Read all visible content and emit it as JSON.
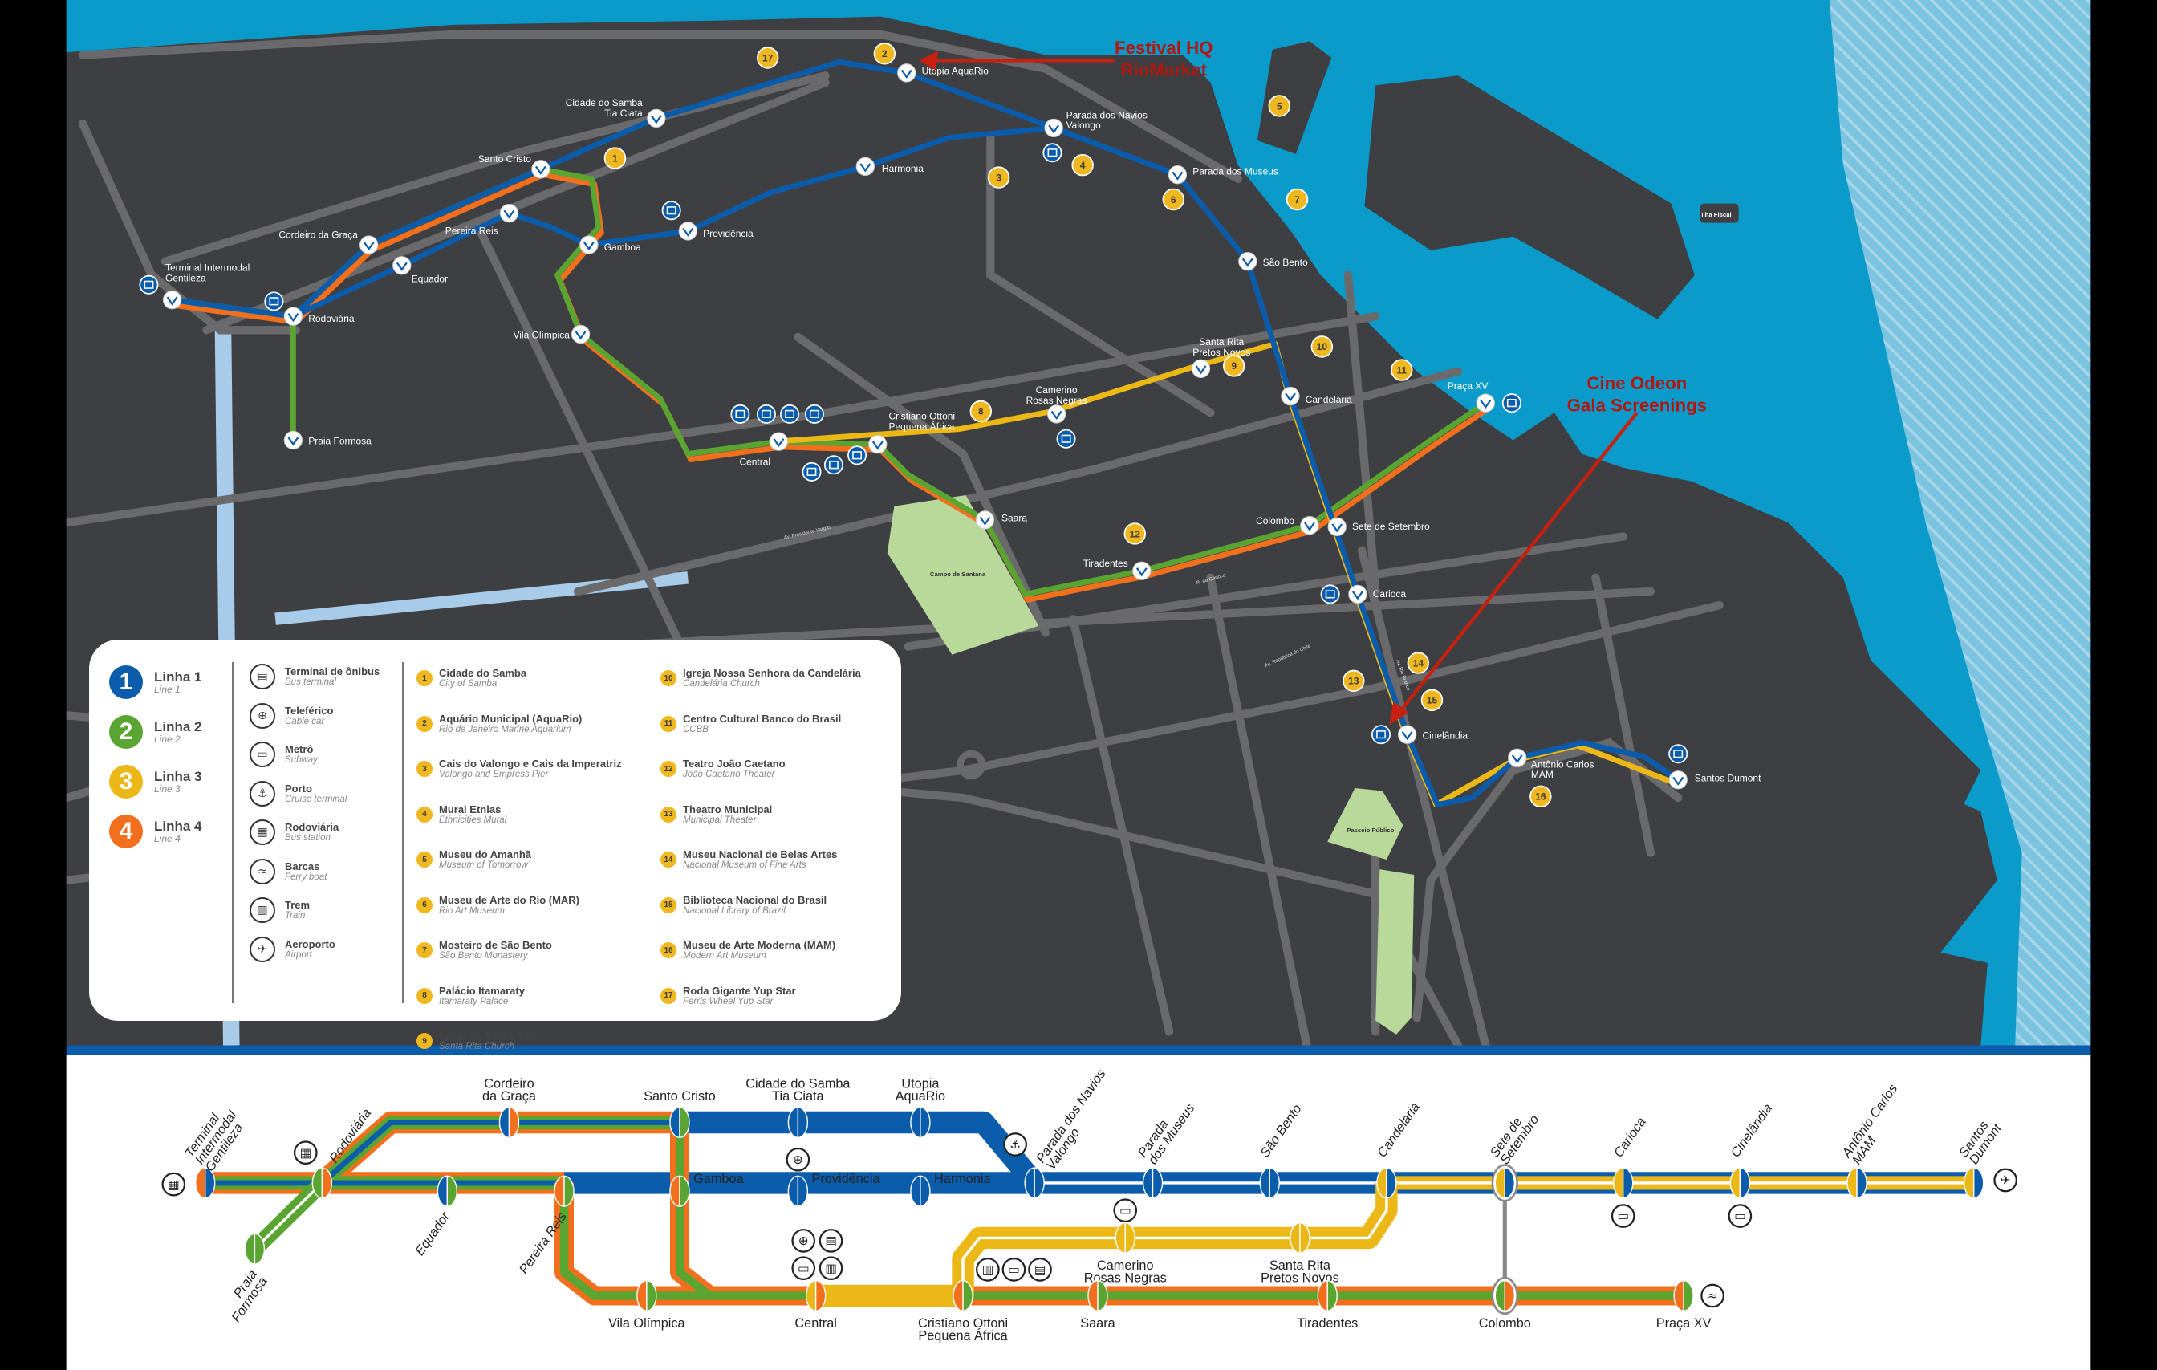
{
  "annotations": {
    "festival_hq": [
      "Festival HQ",
      "RioMarket"
    ],
    "cine_odeon": [
      "Cine Odeon",
      "Gala Screenings"
    ]
  },
  "colors": {
    "line1": "#0b5cab",
    "line2": "#5aa532",
    "line3": "#ebb818",
    "line4": "#f26f1d",
    "water": "#0a9bcb",
    "land": "#3e3f42",
    "annotation": "#b0170f"
  },
  "map": {
    "parks": [
      "Campo de Santana",
      "Passeio Público"
    ],
    "island": "Ilha Fiscal",
    "streets": [
      "R. da Carioca",
      "Av. República do Chile",
      "Av. Rio Branco",
      "Av. Presidente Vargas"
    ],
    "stations": [
      {
        "lines": [
          "Terminal Intermodal",
          "Gentileza"
        ]
      },
      {
        "lines": [
          "Rodoviária"
        ]
      },
      {
        "lines": [
          "Praia Formosa"
        ]
      },
      {
        "lines": [
          "Cordeiro da Graça"
        ]
      },
      {
        "lines": [
          "Equador"
        ]
      },
      {
        "lines": [
          "Santo Cristo"
        ]
      },
      {
        "lines": [
          "Pereira Reis"
        ]
      },
      {
        "lines": [
          "Cidade do Samba",
          "Tia Ciata"
        ]
      },
      {
        "lines": [
          "Utopia AquaRio"
        ]
      },
      {
        "lines": [
          "Harmonia"
        ]
      },
      {
        "lines": [
          "Gamboa"
        ]
      },
      {
        "lines": [
          "Providência"
        ]
      },
      {
        "lines": [
          "Vila Olímpica"
        ]
      },
      {
        "lines": [
          "Parada dos Navios",
          "Valongo"
        ]
      },
      {
        "lines": [
          "Parada dos Museus"
        ]
      },
      {
        "lines": [
          "São Bento"
        ]
      },
      {
        "lines": [
          "Candelária"
        ]
      },
      {
        "lines": [
          "Santa Rita",
          "Pretos Novos"
        ]
      },
      {
        "lines": [
          "Camerino",
          "Rosas Negras"
        ]
      },
      {
        "lines": [
          "Cristiano Ottoni",
          "Pequena África"
        ]
      },
      {
        "lines": [
          "Central"
        ]
      },
      {
        "lines": [
          "Saara"
        ]
      },
      {
        "lines": [
          "Tiradentes"
        ]
      },
      {
        "lines": [
          "Colombo"
        ]
      },
      {
        "lines": [
          "Sete de Setembro"
        ]
      },
      {
        "lines": [
          "Praça XV"
        ]
      },
      {
        "lines": [
          "Carioca"
        ]
      },
      {
        "lines": [
          "Cinelândia"
        ]
      },
      {
        "lines": [
          "Antônio Carlos",
          "MAM"
        ]
      },
      {
        "lines": [
          "Santos Dumont"
        ]
      }
    ],
    "poi_numbers": [
      "1",
      "2",
      "3",
      "4",
      "5",
      "6",
      "7",
      "8",
      "9",
      "10",
      "11",
      "12",
      "13",
      "14",
      "15",
      "16",
      "17"
    ]
  },
  "legend": {
    "lines": [
      {
        "num": "1",
        "name": "Linha 1",
        "sub": "Line 1",
        "color": "#0b5cab"
      },
      {
        "num": "2",
        "name": "Linha 2",
        "sub": "Line 2",
        "color": "#5aa532"
      },
      {
        "num": "3",
        "name": "Linha 3",
        "sub": "Line 3",
        "color": "#ebb818"
      },
      {
        "num": "4",
        "name": "Linha 4",
        "sub": "Line 4",
        "color": "#f26f1d"
      }
    ],
    "services": [
      {
        "icon": "bus-terminal-icon",
        "glyph": "▤",
        "name": "Terminal de ônibus",
        "sub": "Bus terminal"
      },
      {
        "icon": "cable-car-icon",
        "glyph": "⊕",
        "name": "Teleférico",
        "sub": "Cable car"
      },
      {
        "icon": "subway-icon",
        "glyph": "▭",
        "name": "Metrô",
        "sub": "Subway"
      },
      {
        "icon": "cruise-terminal-icon",
        "glyph": "⚓",
        "name": "Porto",
        "sub": "Cruise terminal"
      },
      {
        "icon": "bus-station-icon",
        "glyph": "▦",
        "name": "Rodoviária",
        "sub": "Bus station"
      },
      {
        "icon": "ferry-boat-icon",
        "glyph": "≈",
        "name": "Barcas",
        "sub": "Ferry boat"
      },
      {
        "icon": "train-icon",
        "glyph": "▥",
        "name": "Trem",
        "sub": "Train"
      },
      {
        "icon": "airport-icon",
        "glyph": "✈",
        "name": "Aeroporto",
        "sub": "Airport"
      }
    ],
    "attractions": [
      {
        "num": "1",
        "name": "Cidade do Samba",
        "sub": "City of Samba"
      },
      {
        "num": "2",
        "name": "Aquário Municipal (AquaRio)",
        "sub": "Rio de Janeiro Marine Aquarium"
      },
      {
        "num": "3",
        "name": "Cais do Valongo e Cais da Imperatriz",
        "sub": "Valongo and Empress Pier"
      },
      {
        "num": "4",
        "name": "Mural Etnias",
        "sub": "Ethnicities Mural"
      },
      {
        "num": "5",
        "name": "Museu do Amanhã",
        "sub": "Museum of Tomorrow"
      },
      {
        "num": "6",
        "name": "Museu de Arte do Rio (MAR)",
        "sub": "Rio Art Museum"
      },
      {
        "num": "7",
        "name": "Mosteiro de São Bento",
        "sub": "São Bento Monastery"
      },
      {
        "num": "8",
        "name": "Palácio Itamaraty",
        "sub": "Itamaraty Palace"
      },
      {
        "num": "9",
        "name": "Igreja de Santa Rita",
        "sub": "Santa Rita Church"
      },
      {
        "num": "10",
        "name": "Igreja Nossa Senhora da Candelária",
        "sub": "Candelária Church"
      },
      {
        "num": "11",
        "name": "Centro Cultural Banco do Brasil",
        "sub": "CCBB"
      },
      {
        "num": "12",
        "name": "Teatro João Caetano",
        "sub": "João Caetano Theater"
      },
      {
        "num": "13",
        "name": "Theatro Municipal",
        "sub": "Municipal Theater"
      },
      {
        "num": "14",
        "name": "Museu Nacional de Belas Artes",
        "sub": "Nacional Museum of Fine Arts"
      },
      {
        "num": "15",
        "name": "Biblioteca Nacional do Brasil",
        "sub": "Nacional Library of Brazil"
      },
      {
        "num": "16",
        "name": "Museu de Arte Moderna (MAM)",
        "sub": "Modern Art Museum"
      },
      {
        "num": "17",
        "name": "Roda Gigante Yup Star",
        "sub": "Ferris Wheel Yup Star"
      }
    ]
  },
  "schematic": {
    "stations": [
      {
        "lines": [
          "Terminal",
          "Intermodal",
          "Gentileza"
        ]
      },
      {
        "lines": [
          "Rodoviária"
        ]
      },
      {
        "lines": [
          "Praia",
          "Formosa"
        ]
      },
      {
        "lines": [
          "Cordeiro",
          "da Graça"
        ]
      },
      {
        "lines": [
          "Equador"
        ]
      },
      {
        "lines": [
          "Pereira Reis"
        ]
      },
      {
        "lines": [
          "Santo Cristo"
        ]
      },
      {
        "lines": [
          "Gamboa"
        ]
      },
      {
        "lines": [
          "Cidade do Samba",
          "Tia Ciata"
        ]
      },
      {
        "lines": [
          "Providência"
        ]
      },
      {
        "lines": [
          "Utopia",
          "AquaRio"
        ]
      },
      {
        "lines": [
          "Harmonia"
        ]
      },
      {
        "lines": [
          "Parada dos Navios",
          "Valongo"
        ]
      },
      {
        "lines": [
          "Parada",
          "dos Museus"
        ]
      },
      {
        "lines": [
          "São Bento"
        ]
      },
      {
        "lines": [
          "Candelária"
        ]
      },
      {
        "lines": [
          "Sete de",
          "Setembro"
        ]
      },
      {
        "lines": [
          "Carioca"
        ]
      },
      {
        "lines": [
          "Cinelândia"
        ]
      },
      {
        "lines": [
          "Antônio Carlos",
          "MAM"
        ]
      },
      {
        "lines": [
          "Santos",
          "Dumont"
        ]
      },
      {
        "lines": [
          "Camerino",
          "Rosas Negras"
        ]
      },
      {
        "lines": [
          "Santa Rita",
          "Pretos Novos"
        ]
      },
      {
        "lines": [
          "Vila Olímpica"
        ]
      },
      {
        "lines": [
          "Central"
        ]
      },
      {
        "lines": [
          "Cristiano Ottoni",
          "Pequena África"
        ]
      },
      {
        "lines": [
          "Saara"
        ]
      },
      {
        "lines": [
          "Tiradentes"
        ]
      },
      {
        "lines": [
          "Colombo"
        ]
      },
      {
        "lines": [
          "Praça XV"
        ]
      }
    ]
  }
}
